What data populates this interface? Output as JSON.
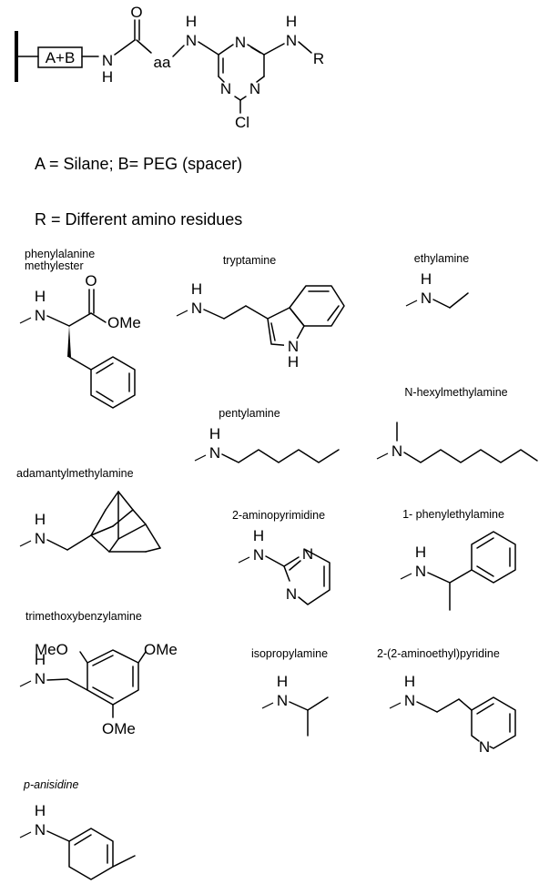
{
  "core": {
    "box_label": "A+B",
    "nh_N": "N",
    "nh_H": "H",
    "carbonyl_O": "O",
    "aa": "aa",
    "amine_H": "H",
    "amine_N": "N",
    "ring_N1": "N",
    "ring_N2": "N",
    "ring_N3": "N",
    "nr_H": "H",
    "nr_N": "N",
    "nr_R": "R",
    "cl": "Cl"
  },
  "definitions": {
    "ab": "A = Silane; B= PEG (spacer)",
    "r": "R = Different amino residues"
  },
  "residues": {
    "phenylalanine": {
      "name1": "phenylalanine",
      "name2": "methylester",
      "H": "H",
      "N": "N",
      "O": "O",
      "OMe": "OMe"
    },
    "tryptamine": {
      "name": "tryptamine",
      "H": "H",
      "N": "N",
      "NH_N": "N",
      "NH_H": "H"
    },
    "ethylamine": {
      "name": "ethylamine",
      "H": "H",
      "N": "N"
    },
    "pentylamine": {
      "name": "pentylamine",
      "H": "H",
      "N": "N"
    },
    "hexylmethylamine": {
      "name": "N-hexylmethylamine",
      "N": "N"
    },
    "adamantylmethylamine": {
      "name": "adamantylmethylamine",
      "H": "H",
      "N": "N"
    },
    "aminopyrimidine": {
      "name": "2-aminopyrimidine",
      "H": "H",
      "N": "N",
      "ringN1": "N",
      "ringN2": "N"
    },
    "phenylethylamine": {
      "name": "1- phenylethylamine",
      "H": "H",
      "N": "N"
    },
    "trimethoxybenzylamine": {
      "name": "trimethoxybenzylamine",
      "H": "H",
      "N": "N",
      "MeO": "MeO",
      "OMe1": "OMe",
      "OMe2": "OMe"
    },
    "isopropylamine": {
      "name": "isopropylamine",
      "H": "H",
      "N": "N"
    },
    "aminoethylpyridine": {
      "name": "2-(2-aminoethyl)pyridine",
      "H": "H",
      "N": "N",
      "ringN": "N"
    },
    "anisidine": {
      "name": "p-anisidine",
      "H": "H",
      "N": "N"
    }
  }
}
